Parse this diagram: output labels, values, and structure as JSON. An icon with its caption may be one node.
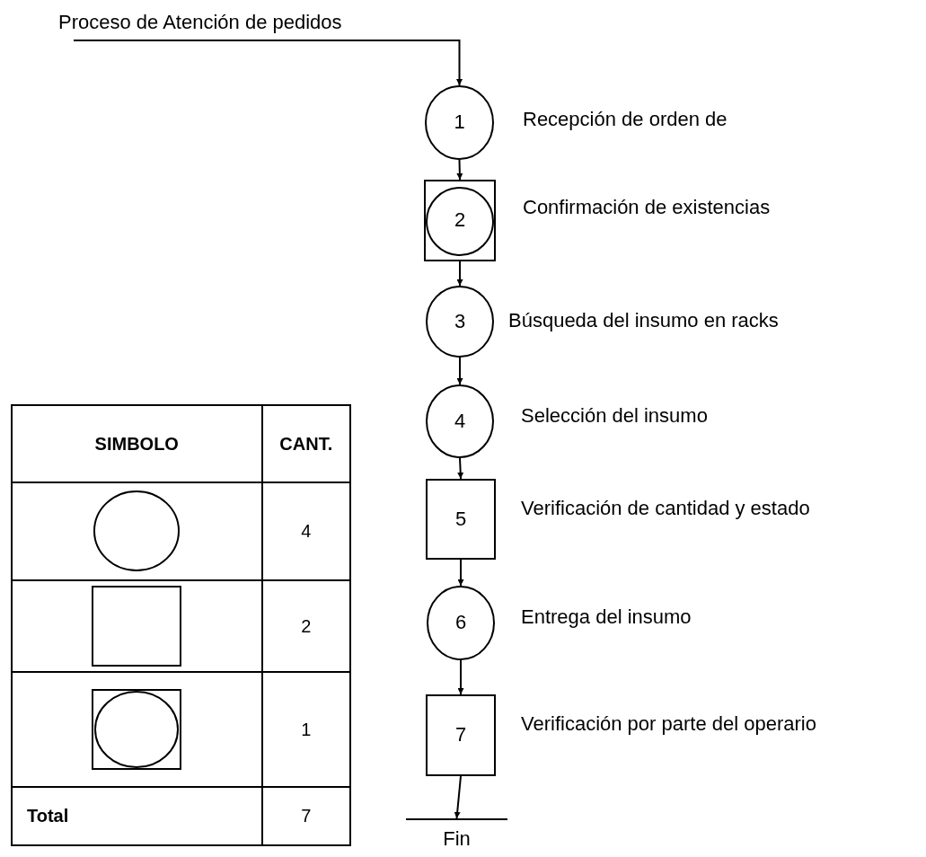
{
  "diagram": {
    "nodes": [
      {
        "text": [
          "Proceso de Atención de pedidos"
        ]
      },
      {
        "text": [
          "1"
        ],
        "beside": [
          "Recepción de  orden de"
        ]
      },
      {
        "text": [
          "2"
        ],
        "beside": [
          "Confirmación de existencias"
        ]
      },
      {
        "text": [
          "3"
        ],
        "beside": [
          "Búsqueda del insumo en racks"
        ]
      },
      {
        "text": [
          "4"
        ],
        "beside": [
          "Selección del insumo"
        ]
      },
      {
        "text": [
          "5"
        ],
        "beside": [
          "Verificación de cantidad y estado"
        ]
      },
      {
        "text": [
          "6"
        ],
        "beside": [
          "Entrega del insumo"
        ]
      },
      {
        "text": [
          "7"
        ],
        "beside": [
          "Verificación por parte del operario"
        ]
      },
      {
        "text": [
          "Fin"
        ]
      }
    ],
    "edges": [
      {
        "from": 0,
        "to": 1,
        "arrow": "to"
      },
      {
        "from": 1,
        "to": 2,
        "arrow": "to"
      },
      {
        "from": 2,
        "to": 3,
        "arrow": "to"
      },
      {
        "from": 3,
        "to": 4,
        "arrow": "to"
      },
      {
        "from": 4,
        "to": 5,
        "arrow": "to"
      },
      {
        "from": 5,
        "to": 6,
        "arrow": "to"
      },
      {
        "from": 6,
        "to": 7,
        "arrow": "to"
      },
      {
        "from": 7,
        "to": 8,
        "arrow": "to"
      }
    ],
    "labels": [
      "SIMBOLO",
      "CANT.",
      "4",
      "2",
      "1",
      "Total",
      "7"
    ]
  }
}
